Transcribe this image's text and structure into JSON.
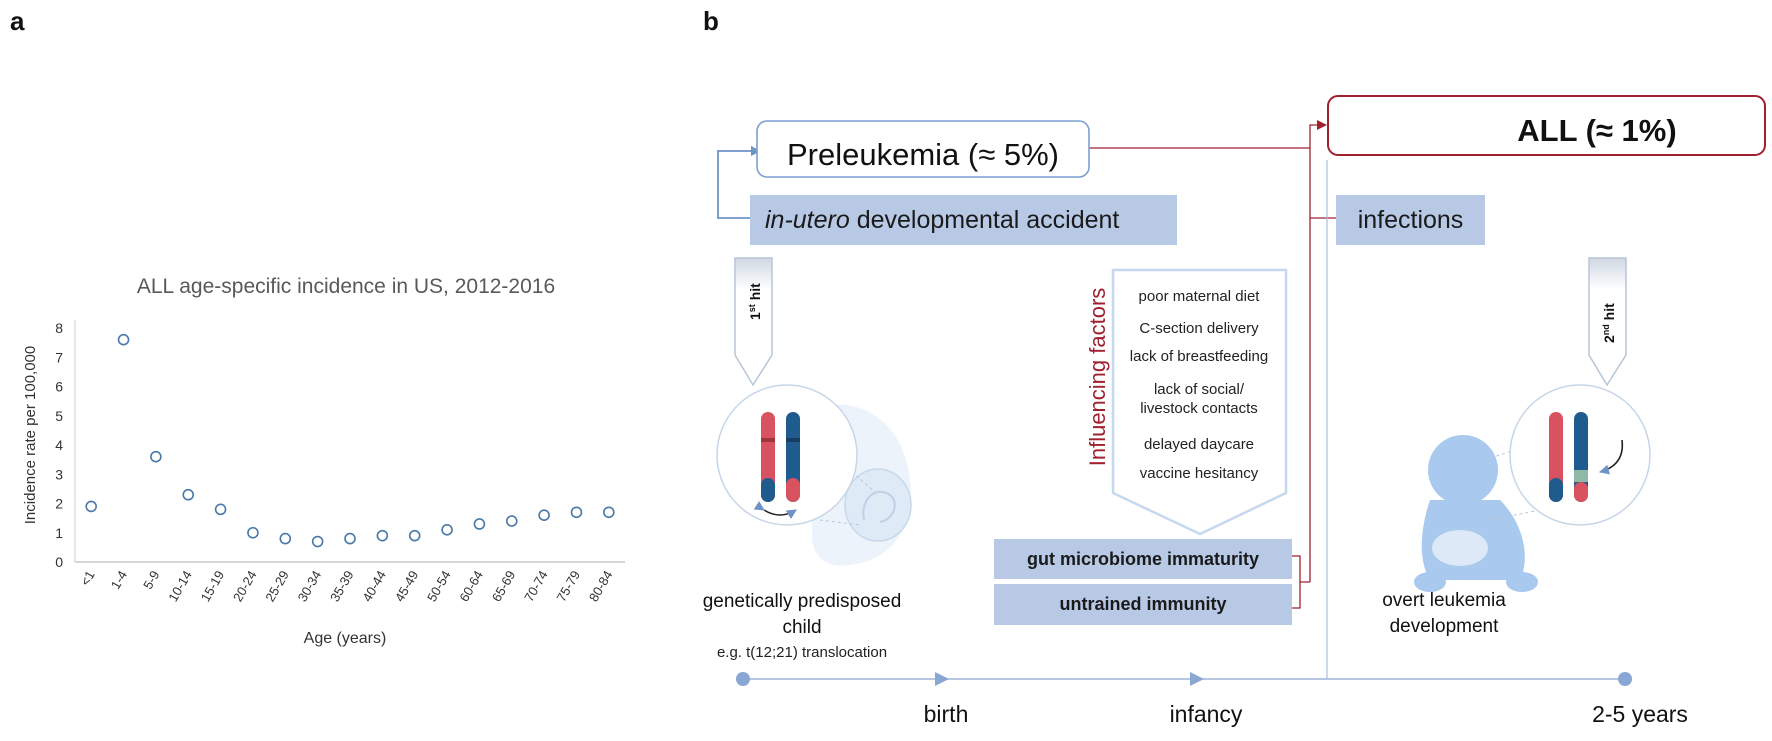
{
  "panel_a": {
    "label": "a"
  },
  "panel_b": {
    "label": "b"
  },
  "chart_data": {
    "type": "scatter",
    "title": "ALL age-specific incidence in US, 2012-2016",
    "xlabel": "Age (years)",
    "ylabel": "Incidence rate per 100,000",
    "categories": [
      "<1",
      "1-4",
      "5-9",
      "10-14",
      "15-19",
      "20-24",
      "25-29",
      "30-34",
      "35-39",
      "40-44",
      "45-49",
      "50-54",
      "60-64",
      "65-69",
      "70-74",
      "75-79",
      "80-84"
    ],
    "values": [
      1.9,
      7.6,
      3.6,
      2.3,
      1.8,
      1.0,
      0.8,
      0.7,
      0.8,
      0.9,
      0.9,
      1.1,
      1.3,
      1.4,
      1.6,
      1.7,
      1.7
    ],
    "yticks": [
      "0",
      "1",
      "2",
      "3",
      "4",
      "5",
      "6",
      "7",
      "8"
    ],
    "ylim": [
      0,
      8
    ],
    "grid": false,
    "marker_color": "#4a78a8"
  },
  "diagram": {
    "preleukemia": "Preleukemia (≈ 5%)",
    "all_box": "ALL (≈ 1%)",
    "in_utero_italic": "in-utero",
    "in_utero_rest": " developmental accident",
    "infections": "infections",
    "first_hit_num": "1",
    "first_hit_sup": "st",
    "first_hit_word": " hit",
    "second_hit_num": "2",
    "second_hit_sup": "nd",
    "second_hit_word": " hit",
    "influencing_title": "Influencing factors",
    "factors": [
      "poor maternal diet",
      "C-section delivery",
      "lack of breastfeeding",
      "lack of social/",
      "livestock contacts",
      "delayed daycare",
      "vaccine hesitancy"
    ],
    "gut": "gut microbiome immaturity",
    "untrained": "untrained immunity",
    "child_line1": "genetically predisposed",
    "child_line2": "child",
    "child_sub": "e.g. t(12;21) translocation",
    "overt_line1": "overt leukemia",
    "overt_line2": "development",
    "timeline": [
      "birth",
      "infancy",
      "2-5 years"
    ]
  }
}
